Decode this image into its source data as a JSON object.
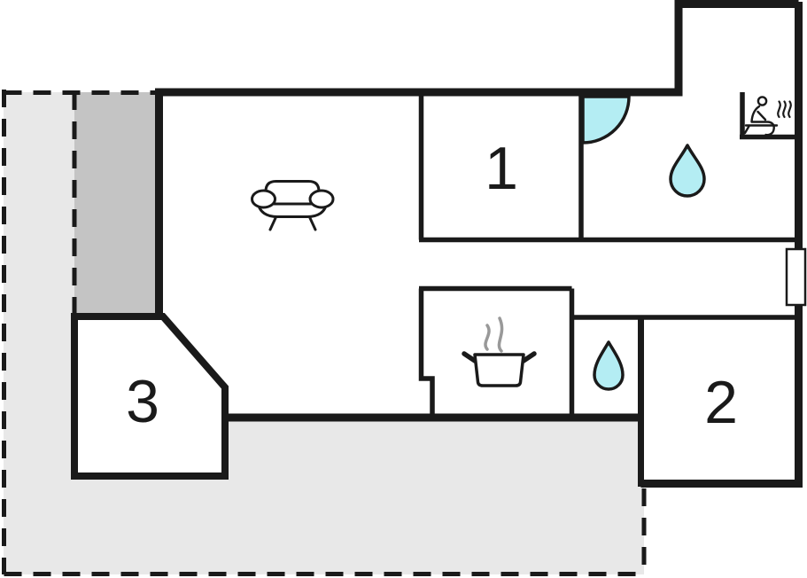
{
  "rooms": [
    {
      "label": "1"
    },
    {
      "label": "2"
    },
    {
      "label": "3"
    }
  ],
  "icons": [
    {
      "name": "sofa-icon",
      "meaning": "sofa in living room"
    },
    {
      "name": "cooking-pot-icon",
      "meaning": "steaming cooking pot in kitchen"
    },
    {
      "name": "water-drop-icon-bathroom",
      "meaning": "water drop in bathroom"
    },
    {
      "name": "water-drop-icon-shower",
      "meaning": "water drop in small shower room"
    },
    {
      "name": "sauna-icon",
      "meaning": "person sitting in sauna with steam"
    },
    {
      "name": "door-swing-icon",
      "meaning": "door swing arc"
    },
    {
      "name": "window-marker",
      "meaning": "window opening on exterior wall"
    }
  ],
  "colors": {
    "wall": "#1a1a1a",
    "terrace_light": "#e8e8e8",
    "terrace_dark": "#c4c4c4",
    "water": "#b4edf3",
    "steam": "#999999",
    "background": "#ffffff"
  }
}
